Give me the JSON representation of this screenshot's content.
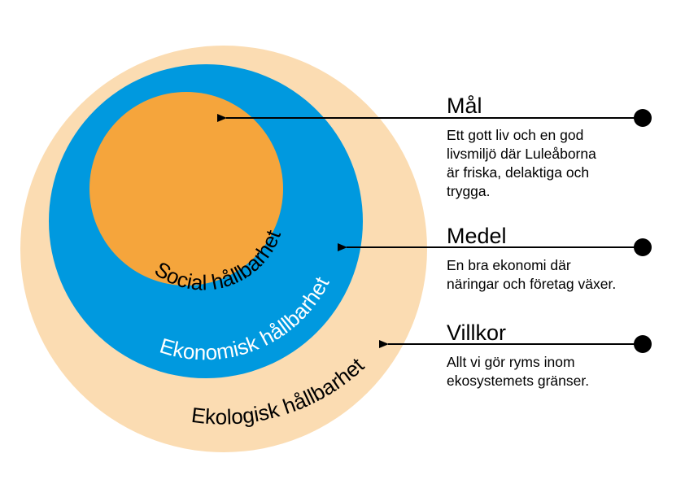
{
  "colors": {
    "outer": "#fbdcb2",
    "middle": "#0099df",
    "inner": "#f5a53c",
    "line": "#000000",
    "inner_label": "#000000",
    "middle_label": "#ffffff",
    "outer_label": "#000000"
  },
  "circles": {
    "inner_label": "Social hållbarhet",
    "middle_label": "Ekonomisk hållbarhet",
    "outer_label": "Ekologisk hållbarhet"
  },
  "items": [
    {
      "key": "mal",
      "heading": "Mål",
      "lines": [
        "Ett gott liv och en god",
        "livsmiljö där Luleåborna",
        "är friska, delaktiga och",
        "trygga."
      ]
    },
    {
      "key": "medel",
      "heading": "Medel",
      "lines": [
        "En bra ekonomi där",
        "näringar och företag växer."
      ]
    },
    {
      "key": "villkor",
      "heading": "Villkor",
      "lines": [
        "Allt vi gör ryms inom",
        "ekosystemets gränser."
      ]
    }
  ]
}
